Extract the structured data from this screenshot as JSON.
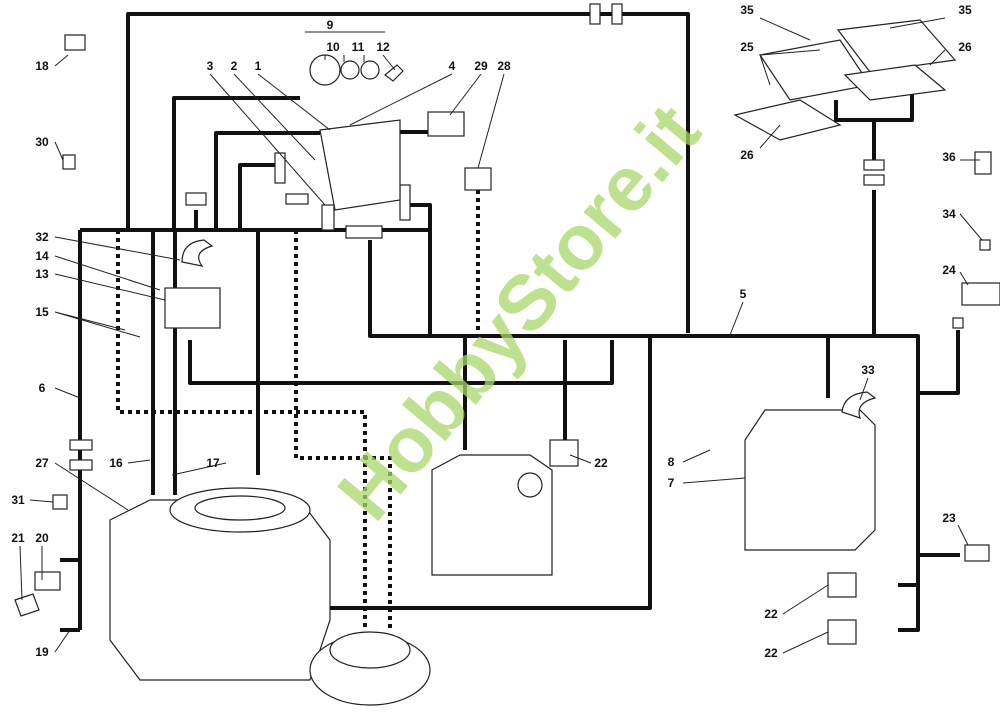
{
  "title": "Impianto elettrico",
  "watermark": "HobbyStore.it",
  "labels": [
    "9",
    "10",
    "11",
    "12",
    "3",
    "2",
    "1",
    "4",
    "29",
    "28",
    "35",
    "35",
    "25",
    "26",
    "26",
    "36",
    "34",
    "24",
    "18",
    "30",
    "32",
    "14",
    "13",
    "15",
    "6",
    "5",
    "33",
    "22",
    "8",
    "7",
    "23",
    "22",
    "22",
    "27",
    "16",
    "17",
    "31",
    "21",
    "20",
    "19"
  ],
  "colors": {
    "wire": "#111111",
    "watermark": "#a8d86a"
  }
}
